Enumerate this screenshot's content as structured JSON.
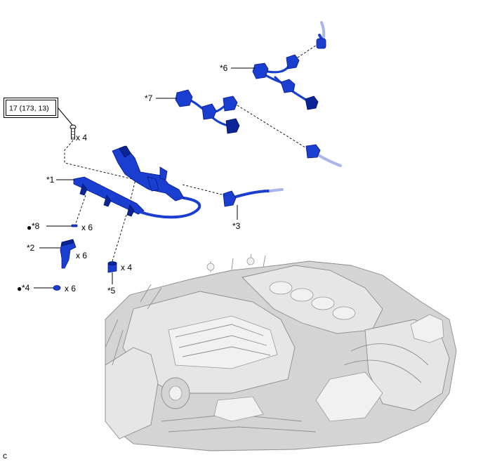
{
  "torque_spec": {
    "text": "17 (173, 13)"
  },
  "callouts": {
    "p1": "*1",
    "p2": "*2",
    "p3": "*3",
    "p4": "*4",
    "p5": "*5",
    "p6": "*6",
    "p7": "*7",
    "p8": "*8"
  },
  "quantities": {
    "bolt": "x 4",
    "o_ring_8": "x 6",
    "injector": "x 6",
    "o_ring_4": "x 6",
    "insulator": "x 4"
  },
  "marks": {
    "bullet": "●"
  },
  "footer": {
    "code": "c"
  },
  "colors": {
    "part_blue": "#1a3fd0",
    "engine_gray": "#d4d4d4",
    "line": "#000000"
  }
}
